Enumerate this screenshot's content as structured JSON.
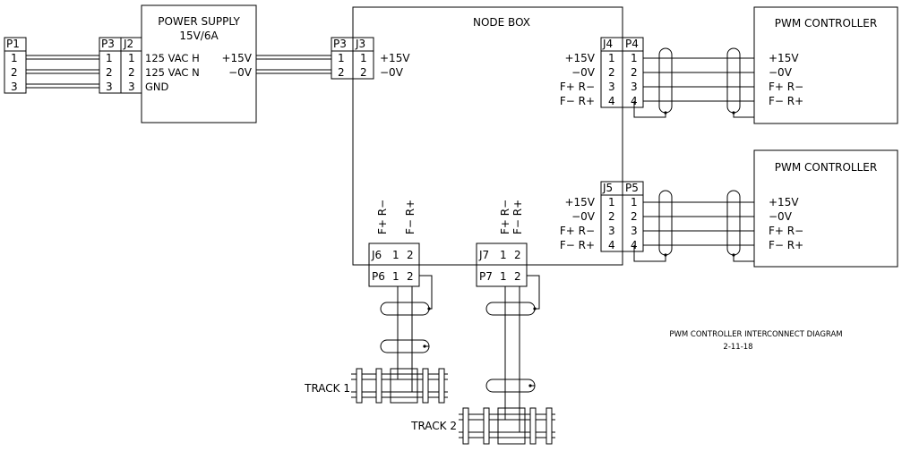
{
  "diagram": {
    "title": "PWM CONTROLLER INTERCONNECT DIAGRAM",
    "date": "2-11-18"
  },
  "p1": {
    "label": "P1",
    "pins": [
      "1",
      "2",
      "3"
    ]
  },
  "power_supply": {
    "title": "POWER SUPPLY",
    "rating": "15V/6A",
    "connectors": [
      "P3",
      "J2"
    ],
    "pins": [
      "1",
      "2",
      "3"
    ],
    "inputs": [
      "125 VAC H",
      "125 VAC N",
      "GND"
    ],
    "outputs": [
      "+15V",
      "−0V"
    ]
  },
  "node_box": {
    "title": "NODE BOX",
    "input_connectors": [
      "P3",
      "J3"
    ],
    "input_pins": [
      "1",
      "2"
    ],
    "input_labels": [
      "+15V",
      "−0V"
    ],
    "output1": {
      "connectors": [
        "J4",
        "P4"
      ],
      "pins": [
        "1",
        "2",
        "3",
        "4"
      ],
      "labels": [
        "+15V",
        "−0V",
        "F+ R−",
        "F− R+"
      ]
    },
    "output2": {
      "connectors": [
        "J5",
        "P5"
      ],
      "pins": [
        "1",
        "2",
        "3",
        "4"
      ],
      "labels": [
        "+15V",
        "−0V",
        "F+ R−",
        "F− R+"
      ]
    },
    "track_ports": [
      {
        "jack": "J6",
        "plug": "P6",
        "pins": [
          "1",
          "2"
        ],
        "labels": [
          "F+ R−",
          "F− R+"
        ]
      },
      {
        "jack": "J7",
        "plug": "P7",
        "pins": [
          "1",
          "2"
        ],
        "labels": [
          "F+ R−",
          "F− R+"
        ]
      }
    ]
  },
  "pwm_controllers": [
    {
      "title": "PWM CONTROLLER",
      "labels": [
        "+15V",
        "−0V",
        "F+ R−",
        "F− R+"
      ]
    },
    {
      "title": "PWM CONTROLLER",
      "labels": [
        "+15V",
        "−0V",
        "F+ R−",
        "F− R+"
      ]
    }
  ],
  "tracks": [
    {
      "label": "TRACK 1"
    },
    {
      "label": "TRACK 2"
    }
  ]
}
